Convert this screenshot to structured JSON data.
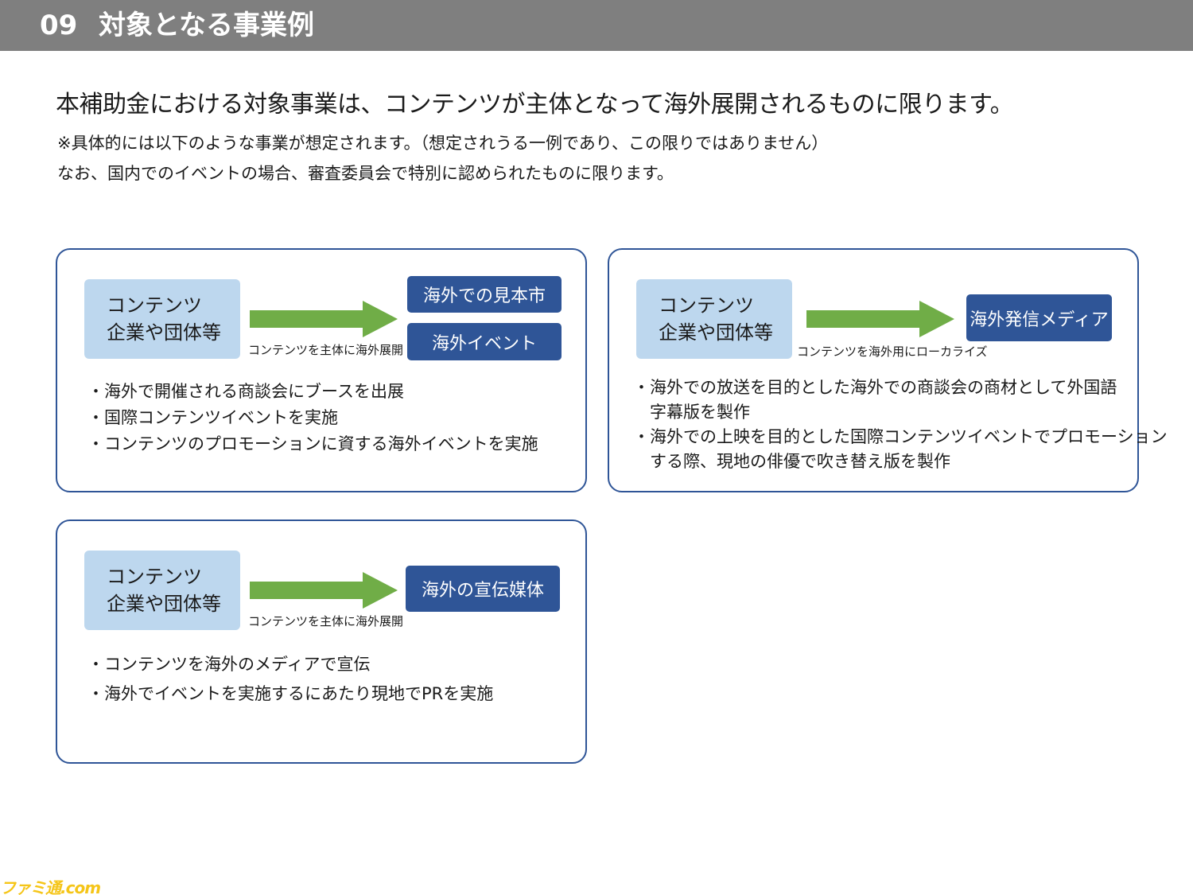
{
  "header": {
    "number": "09",
    "title": "対象となる事業例"
  },
  "lead": "本補助金における対象事業は、コンテンツが主体となって海外展開されるものに限ります。",
  "notes": [
    "※具体的には以下のような事業が想定されます。（想定されうる一例であり、この限りではありません）",
    "なお、国内でのイベントの場合、審査委員会で特別に認められたものに限ります。"
  ],
  "panels": [
    {
      "source": [
        "コンテンツ",
        "企業や団体等"
      ],
      "arrow_caption": "コンテンツを主体に海外展開",
      "targets": [
        "海外での見本市",
        "海外イベント"
      ],
      "bullets": [
        "・海外で開催される商談会にブースを出展",
        "・国際コンテンツイベントを実施",
        "・コンテンツのプロモーションに資する海外イベントを実施"
      ]
    },
    {
      "source": [
        "コンテンツ",
        "企業や団体等"
      ],
      "arrow_caption": "コンテンツを海外用にローカライズ",
      "targets": [
        "海外発信メディア"
      ],
      "bullets": [
        "・海外での放送を目的とした海外での商談会の商材として外国語",
        "　字幕版を製作",
        "・海外での上映を目的とした国際コンテンツイベントでプロモーション",
        "　する際、現地の俳優で吹き替え版を製作"
      ]
    },
    {
      "source": [
        "コンテンツ",
        "企業や団体等"
      ],
      "arrow_caption": "コンテンツを主体に海外展開",
      "targets": [
        "海外の宣伝媒体"
      ],
      "bullets": [
        "・コンテンツを海外のメディアで宣伝",
        "・海外でイベントを実施するにあたり現地でPRを実施"
      ]
    }
  ],
  "watermark": "ファミ通.com",
  "colors": {
    "header_bg": "#7f7f7f",
    "panel_border": "#2f5597",
    "source_box": "#bdd7ee",
    "target_box": "#2f5597",
    "arrow": "#70ad47",
    "watermark": "#f5c518"
  }
}
